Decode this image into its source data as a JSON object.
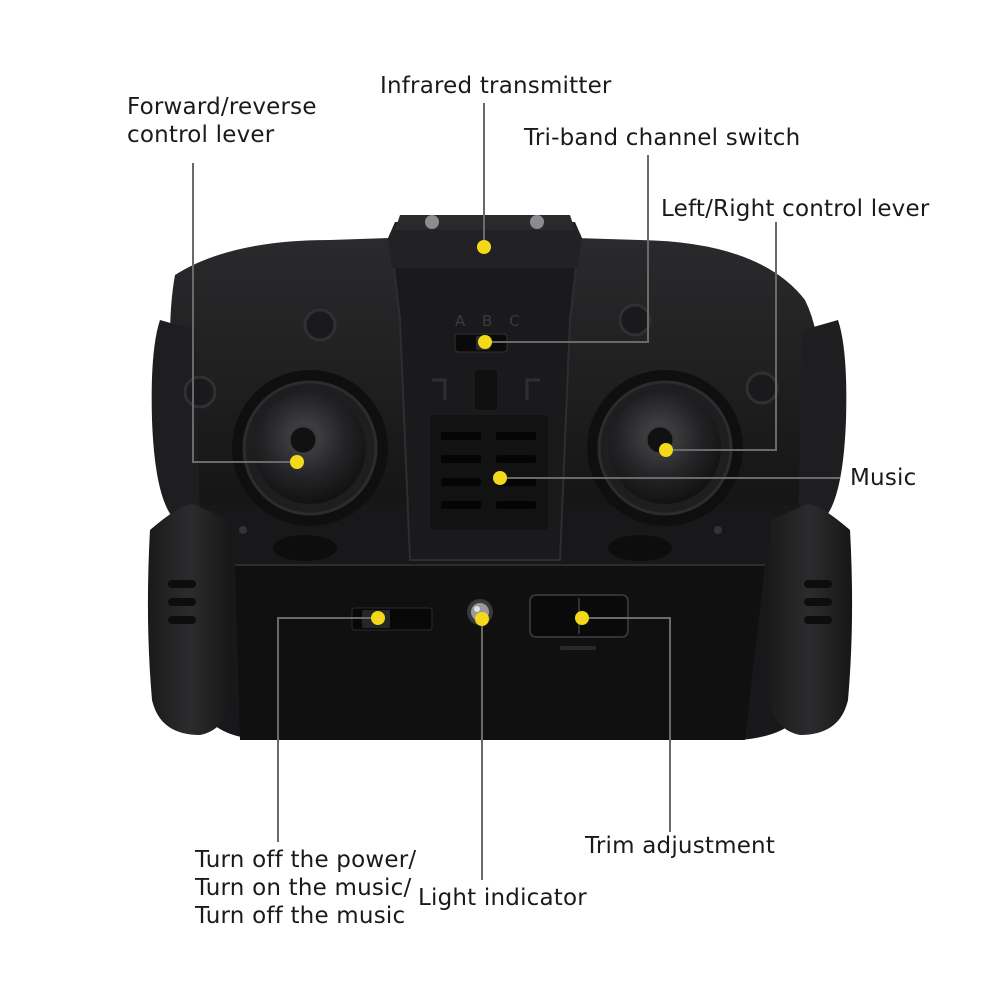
{
  "labels": {
    "forward_reverse": [
      "Forward/reverse",
      "control lever"
    ],
    "infrared": "Infrared transmitter",
    "triband": "Tri-band channel switch",
    "left_right": "Left/Right control lever",
    "music": "Music",
    "power_music": [
      "Turn off the power/",
      "Turn on the music/",
      "Turn off the music"
    ],
    "light": "Light indicator",
    "trim": "Trim adjustment"
  },
  "device_markings": {
    "channel_letters": "A B C"
  },
  "colors": {
    "marker": "#f4d81a",
    "body": "#1c1c1e",
    "leader_line": "#6a6a6a",
    "text": "#1a1a1a"
  }
}
